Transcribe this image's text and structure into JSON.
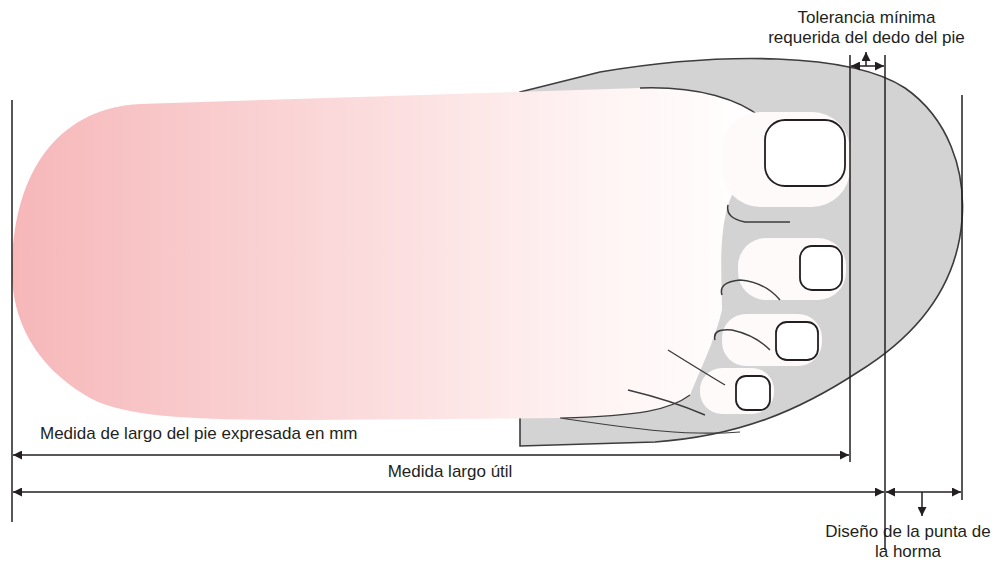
{
  "diagram": {
    "labels": [
      "Tolerancia mínima requerida del dedo del pie",
      "Medida de largo del pie expresada en mm",
      "Medida largo útil",
      "Diseño de la punta de la horma"
    ]
  }
}
